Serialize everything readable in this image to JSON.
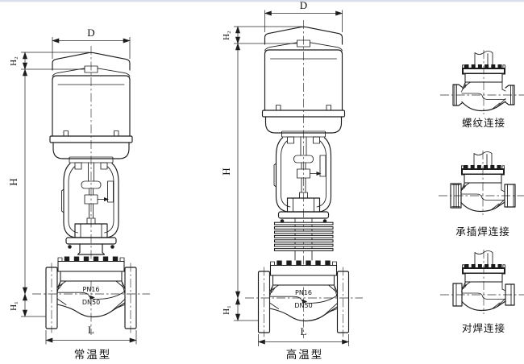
{
  "canvas": {
    "background": "#ffffff",
    "line_color": "#1c1c1c",
    "top_border_color": "#ccd5e4"
  },
  "main_views": [
    {
      "id": "normal-temp",
      "caption": "常温型",
      "pressure_rating": "PN16",
      "nominal_diameter": "DN50",
      "dims": {
        "d": "D",
        "h2": "H₂",
        "h": "H",
        "h1": "H₁",
        "l": "L"
      }
    },
    {
      "id": "high-temp",
      "caption": "高温型",
      "pressure_rating": "PN16",
      "nominal_diameter": "DN50",
      "dims": {
        "d": "D",
        "h2": "H₂",
        "h": "H",
        "h1": "H₁",
        "l": "L"
      }
    }
  ],
  "connection_views": [
    {
      "label": "螺纹连接"
    },
    {
      "label": "承插焊连接"
    },
    {
      "label": "对焊连接"
    }
  ]
}
